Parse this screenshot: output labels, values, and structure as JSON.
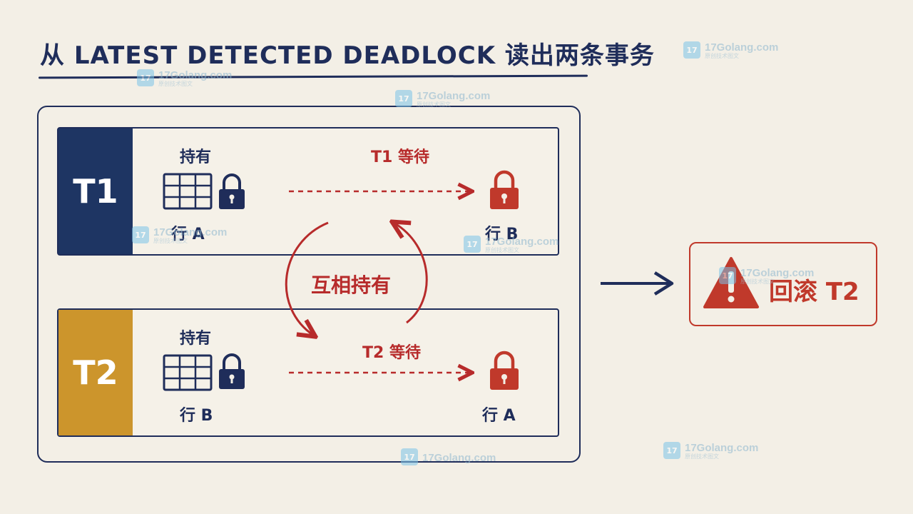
{
  "title": "从 LATEST DETECTED DEADLOCK 读出两条事务",
  "transactions": [
    {
      "id": "T1",
      "holds_label": "持有",
      "held_row": "行 A",
      "waits_label": "T1 等待",
      "waited_row": "行 B",
      "color": "#1e3563"
    },
    {
      "id": "T2",
      "holds_label": "持有",
      "held_row": "行 B",
      "waits_label": "T2 等待",
      "waited_row": "行 A",
      "color": "#cc952c"
    }
  ],
  "cycle_label": "互相持有",
  "result": {
    "text": "回滚 T2",
    "warning_icon": "warning-triangle-icon",
    "color": "#c0392b"
  },
  "watermark": {
    "text": "17Golang.com",
    "sub": "原创技术图文"
  },
  "colors": {
    "navy": "#1f2d5a",
    "red": "#b72b2b",
    "background": "#f3efe6"
  }
}
